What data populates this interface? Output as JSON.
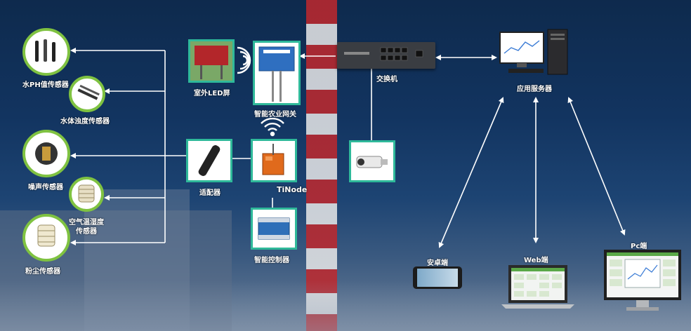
{
  "labels": {
    "ph_sensor": "水PH值传感器",
    "turbidity_sensor": "水体浊度传感器",
    "noise_sensor": "噪声传感器",
    "temp_humidity_sensor_line1": "空气温湿度",
    "temp_humidity_sensor_line2": "传感器",
    "dust_sensor": "粉尘传感器",
    "led_screen": "室外LED屏",
    "gateway": "智能农业网关",
    "switch": "交换机",
    "app_server": "应用服务器",
    "adapter": "适配器",
    "tinode": "TiNode",
    "controller": "智能控制器",
    "android": "安卓端",
    "web": "Web端",
    "pc": "Pc端"
  },
  "colors": {
    "circle_border": "#7fc241",
    "box_border": "#2fb99a",
    "arrow": "#ffffff",
    "chimney_red": "#c0282d"
  }
}
